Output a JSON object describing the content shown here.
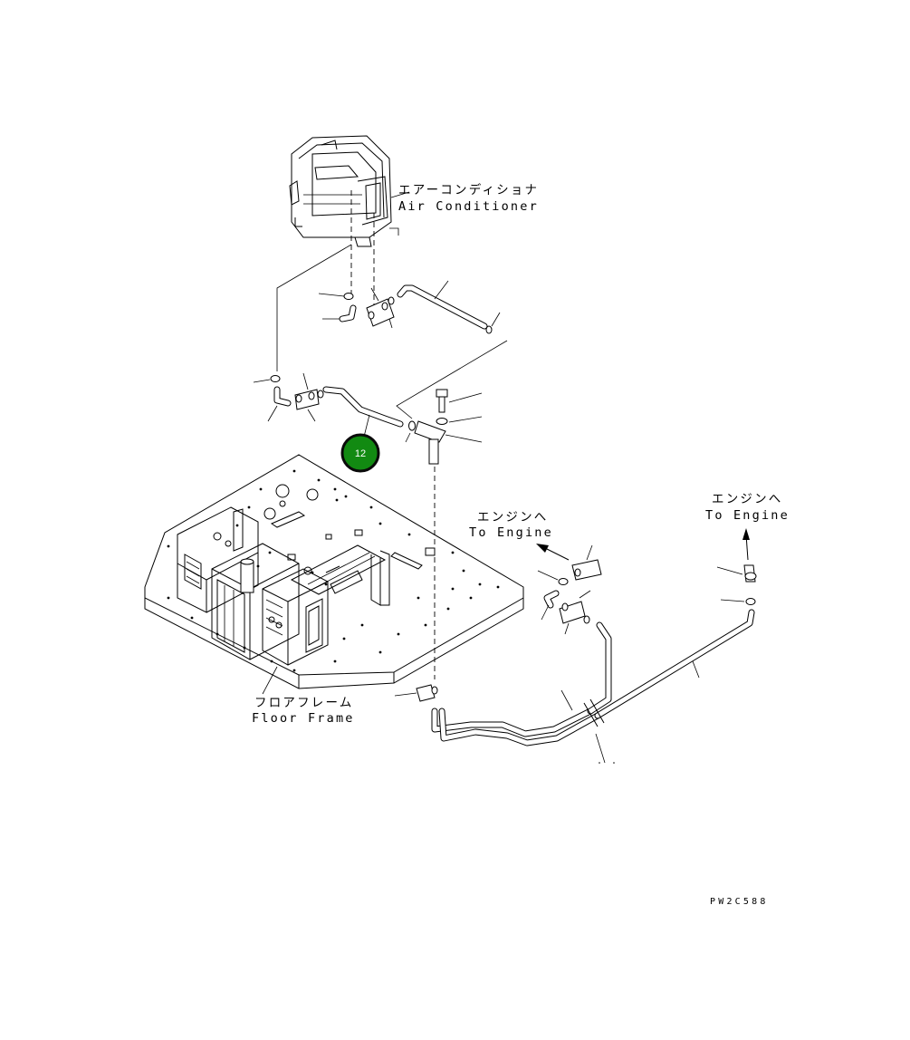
{
  "labels": {
    "air_conditioner_jp": "エアーコンディショナ",
    "air_conditioner_en": "Air Conditioner",
    "to_engine_1_jp": "エンジンへ",
    "to_engine_1_en": "To Engine",
    "to_engine_2_jp": "エンジンへ",
    "to_engine_2_en": "To Engine",
    "floor_frame_jp": "フロアフレーム",
    "floor_frame_en": "Floor Frame",
    "drawing_code": "PW2C588"
  },
  "callout": {
    "number": "12",
    "color": "#128a12",
    "ring_color": "#0a0a0a"
  },
  "colors": {
    "line": "#000000",
    "background": "#ffffff"
  }
}
